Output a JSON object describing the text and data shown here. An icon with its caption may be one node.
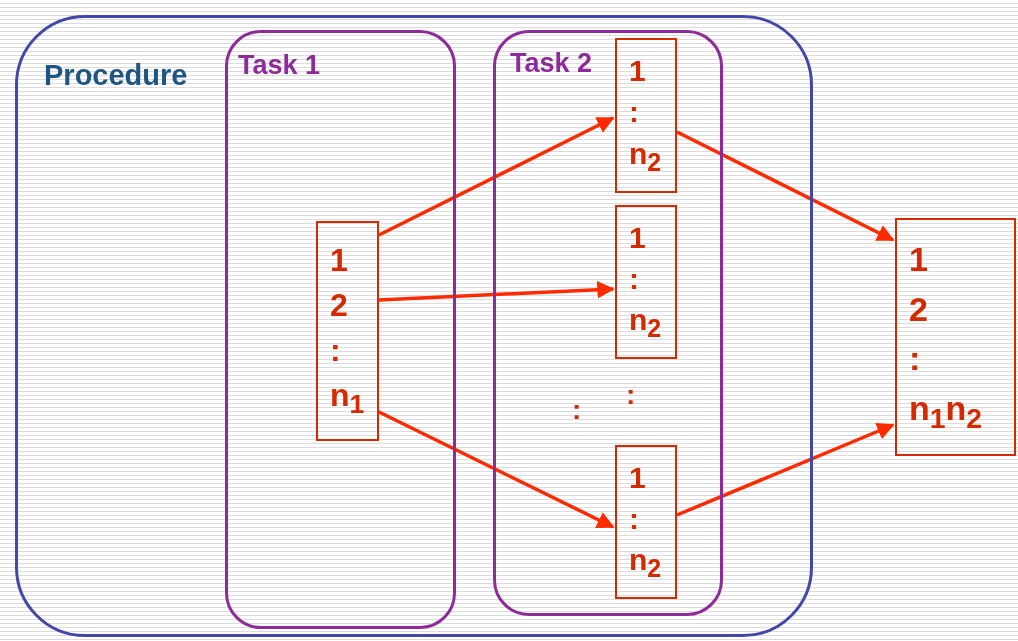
{
  "diagram": {
    "nodes": [
      {
        "text": [
          "Procedure"
        ]
      },
      {
        "text": [
          "Task 1"
        ],
        "in": 0
      },
      {
        "text": [
          "1",
          "2",
          ":",
          "n$_{1}$"
        ],
        "in": 1
      },
      {
        "text": [
          "Task 2"
        ],
        "in": 0
      },
      {
        "text": [
          "1",
          ":",
          "n$_{2}$"
        ],
        "in": 3
      },
      {
        "text": [
          "1",
          ":",
          "n$_{2}$"
        ],
        "in": 3
      },
      {
        "text": [
          "1",
          ":",
          "n$_{2}$"
        ],
        "in": 3
      },
      {
        "text": [
          "1",
          "2",
          ":",
          "n$_{1}$n$_{2}$"
        ]
      }
    ],
    "edges": [
      {
        "from": 2,
        "to": 4,
        "arrow": "to"
      },
      {
        "from": 2,
        "to": 5,
        "arrow": "to"
      },
      {
        "from": 2,
        "to": 6,
        "arrow": "to"
      },
      {
        "from": 4,
        "to": 7,
        "arrow": "to"
      },
      {
        "from": 6,
        "to": 7,
        "arrow": "to"
      }
    ],
    "labels": [
      ":",
      ":"
    ]
  }
}
